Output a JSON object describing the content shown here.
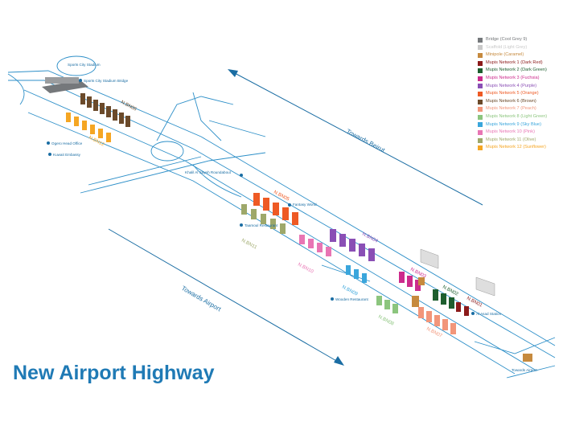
{
  "title": "New Airport Highway",
  "legend": [
    {
      "label": "Bridge (Cool Grey 9)",
      "color": "#75787b"
    },
    {
      "label": "Scaffold (Light Grey)",
      "color": "#c9c9c9"
    },
    {
      "label": "Minipole (Caramel)",
      "color": "#c68a3e"
    },
    {
      "label": "Mupis Network 1 (Dark Red)",
      "color": "#8b1a1a"
    },
    {
      "label": "Mupis Network 2 (Dark Green)",
      "color": "#1d5e2e"
    },
    {
      "label": "Mupis Network 3 (Fuchsia)",
      "color": "#cc2b8c"
    },
    {
      "label": "Mupis Network 4 (Purple)",
      "color": "#8a4fb5"
    },
    {
      "label": "Mupis Network 5 (Orange)",
      "color": "#ee5a24"
    },
    {
      "label": "Mupis Network 6 (Brown)",
      "color": "#6b4a2a"
    },
    {
      "label": "Mupis Network 7 (Peach)",
      "color": "#f2967a"
    },
    {
      "label": "Mupis Network 8 (Light Green)",
      "color": "#8cc57e"
    },
    {
      "label": "Mupis Network 9 (Sky Blue)",
      "color": "#3aa6dc"
    },
    {
      "label": "Mupis Network 10 (Pink)",
      "color": "#e875b4"
    },
    {
      "label": "Mupis Network 11 (Olive)",
      "color": "#9ea86a"
    },
    {
      "label": "Mupis Network 12 (Sunflower)",
      "color": "#f5a623"
    }
  ],
  "directions": {
    "beirut": "Towards Beirut",
    "airport": "Towards Airport"
  },
  "colors": {
    "road": "#2d8fc8",
    "title": "#1f7ab5",
    "marker": "#1a6da3"
  },
  "network_labels": {
    "n12": "N.BN12",
    "n6": "N.BN06",
    "n5": "N.BN05",
    "n4": "N.BN04",
    "n10": "N.BN10",
    "n11": "N.BN11",
    "n3": "N.BN03",
    "n1": "N.BN01",
    "n2": "N.BN02",
    "n7": "N.BN07",
    "n8": "N.BN08",
    "n9": "N.BN09"
  },
  "places": {
    "sports_city": "Sports City Stadium",
    "sports_bridge": "Sports City Stadium Bridge",
    "ogero": "Ogero Head Office",
    "kuwait": "Kuwait Embassy",
    "roundabout": "Khalil Al Sayeh Roundabout",
    "fantasy": "Fantasy World",
    "taamoul": "Taamoul Restaurant",
    "wooden": "Wooden Restaurant",
    "al_asad": "Al Asad Station",
    "towards_airport_small": "Towards Airport"
  }
}
